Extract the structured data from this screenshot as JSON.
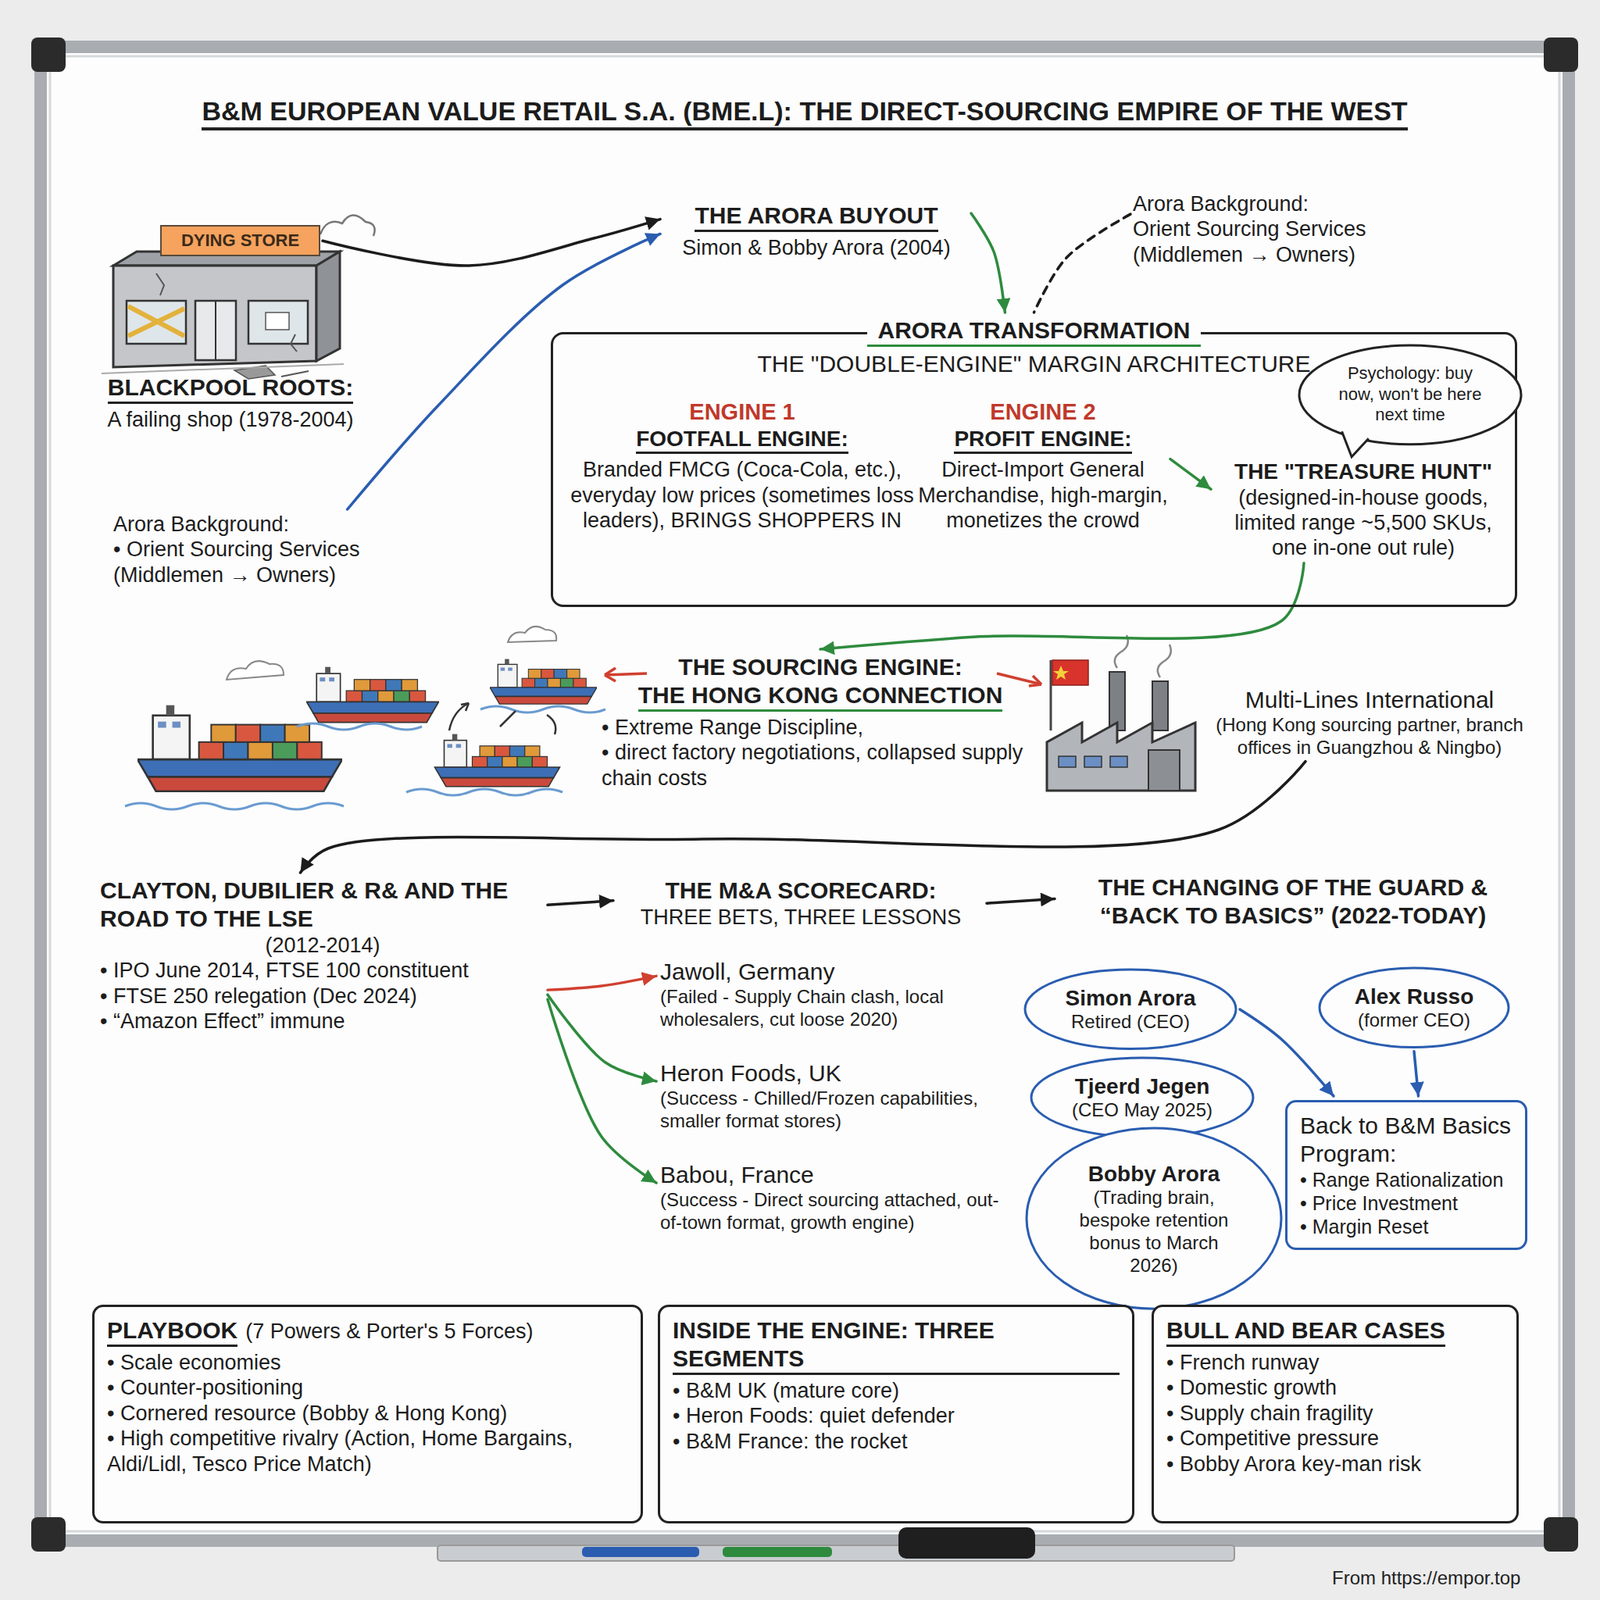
{
  "diagram": {
    "title": "B&M EUROPEAN VALUE RETAIL S.A. (BME.L): THE DIRECT-SOURCING EMPIRE OF THE WEST",
    "nodes": [
      {
        "text": [
          "DYING STORE"
        ]
      },
      {
        "text": [
          "BLACKPOOL ROOTS:",
          "A failing shop (1978-2004)"
        ]
      },
      {
        "text": [
          "Arora Background:",
          "• Orient Sourcing Services (Middlemen → Owners)"
        ]
      },
      {
        "text": [
          "THE ARORA BUYOUT",
          "Simon & Bobby Arora (2004)"
        ]
      },
      {
        "text": [
          "Arora Background:",
          "Orient Sourcing Services (Middlemen → Owners)"
        ]
      },
      {
        "text": [
          "ARORA TRANSFORMATION",
          "THE \"DOUBLE-ENGINE\" MARGIN ARCHITECTURE"
        ]
      },
      {
        "text": [
          "ENGINE 1",
          "FOOTFALL ENGINE:",
          "Branded FMCG (Coca-Cola, etc.), everyday low prices (sometimes loss leaders), BRINGS SHOPPERS IN"
        ],
        "in": 5
      },
      {
        "text": [
          "ENGINE 2",
          "PROFIT ENGINE:",
          "Direct-Import General Merchandise, high-margin, monetizes the crowd"
        ],
        "in": 5
      },
      {
        "text": [
          "THE \"TREASURE HUNT\"",
          "(designed-in-house goods, limited range ~5,500 SKUs, one in-one out rule)"
        ],
        "in": 5
      },
      {
        "text": [
          "Psychology: buy now, won't be here next time"
        ]
      },
      {
        "text": [
          "THE SOURCING ENGINE:",
          "THE HONG KONG CONNECTION",
          "• Extreme Range Discipline,",
          "• direct factory negotiations, collapsed supply chain costs"
        ]
      },
      {
        "text": [
          "Multi-Lines International",
          "(Hong Kong sourcing partner, branch offices in Guangzhou & Ningbo)"
        ]
      },
      {
        "text": [
          "CLAYTON, DUBILIER & R& AND THE ROAD TO THE LSE",
          "(2012-2014)",
          "• IPO June 2014, FTSE 100 constituent",
          "• FTSE 250 relegation (Dec 2024)",
          "• “Amazon Effect” immune"
        ]
      },
      {
        "text": [
          "THE M&A SCORECARD:",
          "THREE BETS, THREE LESSONS"
        ]
      },
      {
        "text": [
          "Jawoll, Germany",
          "(Failed - Supply Chain clash, local wholesalers, cut loose 2020)"
        ]
      },
      {
        "text": [
          "Heron Foods, UK",
          "(Success - Chilled/Frozen capabilities, smaller format stores)"
        ]
      },
      {
        "text": [
          "Babou, France",
          "(Success - Direct sourcing attached, out-of-town format, growth engine)"
        ]
      },
      {
        "text": [
          "THE CHANGING OF THE GUARD & “BACK TO BASICS” (2022-TODAY)"
        ]
      },
      {
        "text": [
          "Simon Arora",
          "Retired (CEO)"
        ]
      },
      {
        "text": [
          "Alex Russo",
          "(former CEO)"
        ]
      },
      {
        "text": [
          "Tjeerd Jegen",
          "(CEO May 2025)"
        ]
      },
      {
        "text": [
          "Bobby Arora",
          "(Trading brain, bespoke retention bonus to March 2026)"
        ]
      },
      {
        "text": [
          "Back to B&M Basics Program:",
          "• Range Rationalization",
          "• Price Investment",
          "• Margin Reset"
        ]
      },
      {
        "text": [
          "PLAYBOOK",
          "(7 Powers & Porter's 5 Forces)",
          "• Scale economies",
          "• Counter-positioning",
          "• Cornered resource (Bobby & Hong Kong)",
          "• High competitive rivalry (Action, Home Bargains, Aldi/Lidl, Tesco Price Match)"
        ]
      },
      {
        "text": [
          "INSIDE THE ENGINE: THREE SEGMENTS",
          "• B&M UK (mature core)",
          "• Heron Foods: quiet defender",
          "• B&M France: the rocket"
        ]
      },
      {
        "text": [
          "BULL AND BEAR CASES",
          "• French runway",
          "• Domestic growth",
          "• Supply chain fragility",
          "• Competitive pressure",
          "• Bobby Arora key-man risk"
        ]
      }
    ],
    "edges": [
      {
        "from": 0,
        "to": 3,
        "arrow": "to"
      },
      {
        "from": 2,
        "to": 3,
        "arrow": "to"
      },
      {
        "from": 3,
        "to": 5,
        "arrow": "to"
      },
      {
        "from": 4,
        "to": 5,
        "arrow": "none"
      },
      {
        "from": 7,
        "to": 8,
        "arrow": "to"
      },
      {
        "from": 8,
        "to": 10,
        "arrow": "to"
      },
      {
        "from": 11,
        "to": 12,
        "arrow": "to"
      },
      {
        "from": 12,
        "to": 13,
        "arrow": "to"
      },
      {
        "from": 13,
        "to": 17,
        "arrow": "to"
      },
      {
        "from": 12,
        "to": 14,
        "arrow": "to"
      },
      {
        "from": 12,
        "to": 15,
        "arrow": "to"
      },
      {
        "from": 12,
        "to": 16,
        "arrow": "to"
      },
      {
        "from": 18,
        "to": 22,
        "arrow": "to"
      },
      {
        "from": 19,
        "to": 22,
        "arrow": "to"
      }
    ],
    "labels": [
      "From https://empor.top"
    ]
  }
}
